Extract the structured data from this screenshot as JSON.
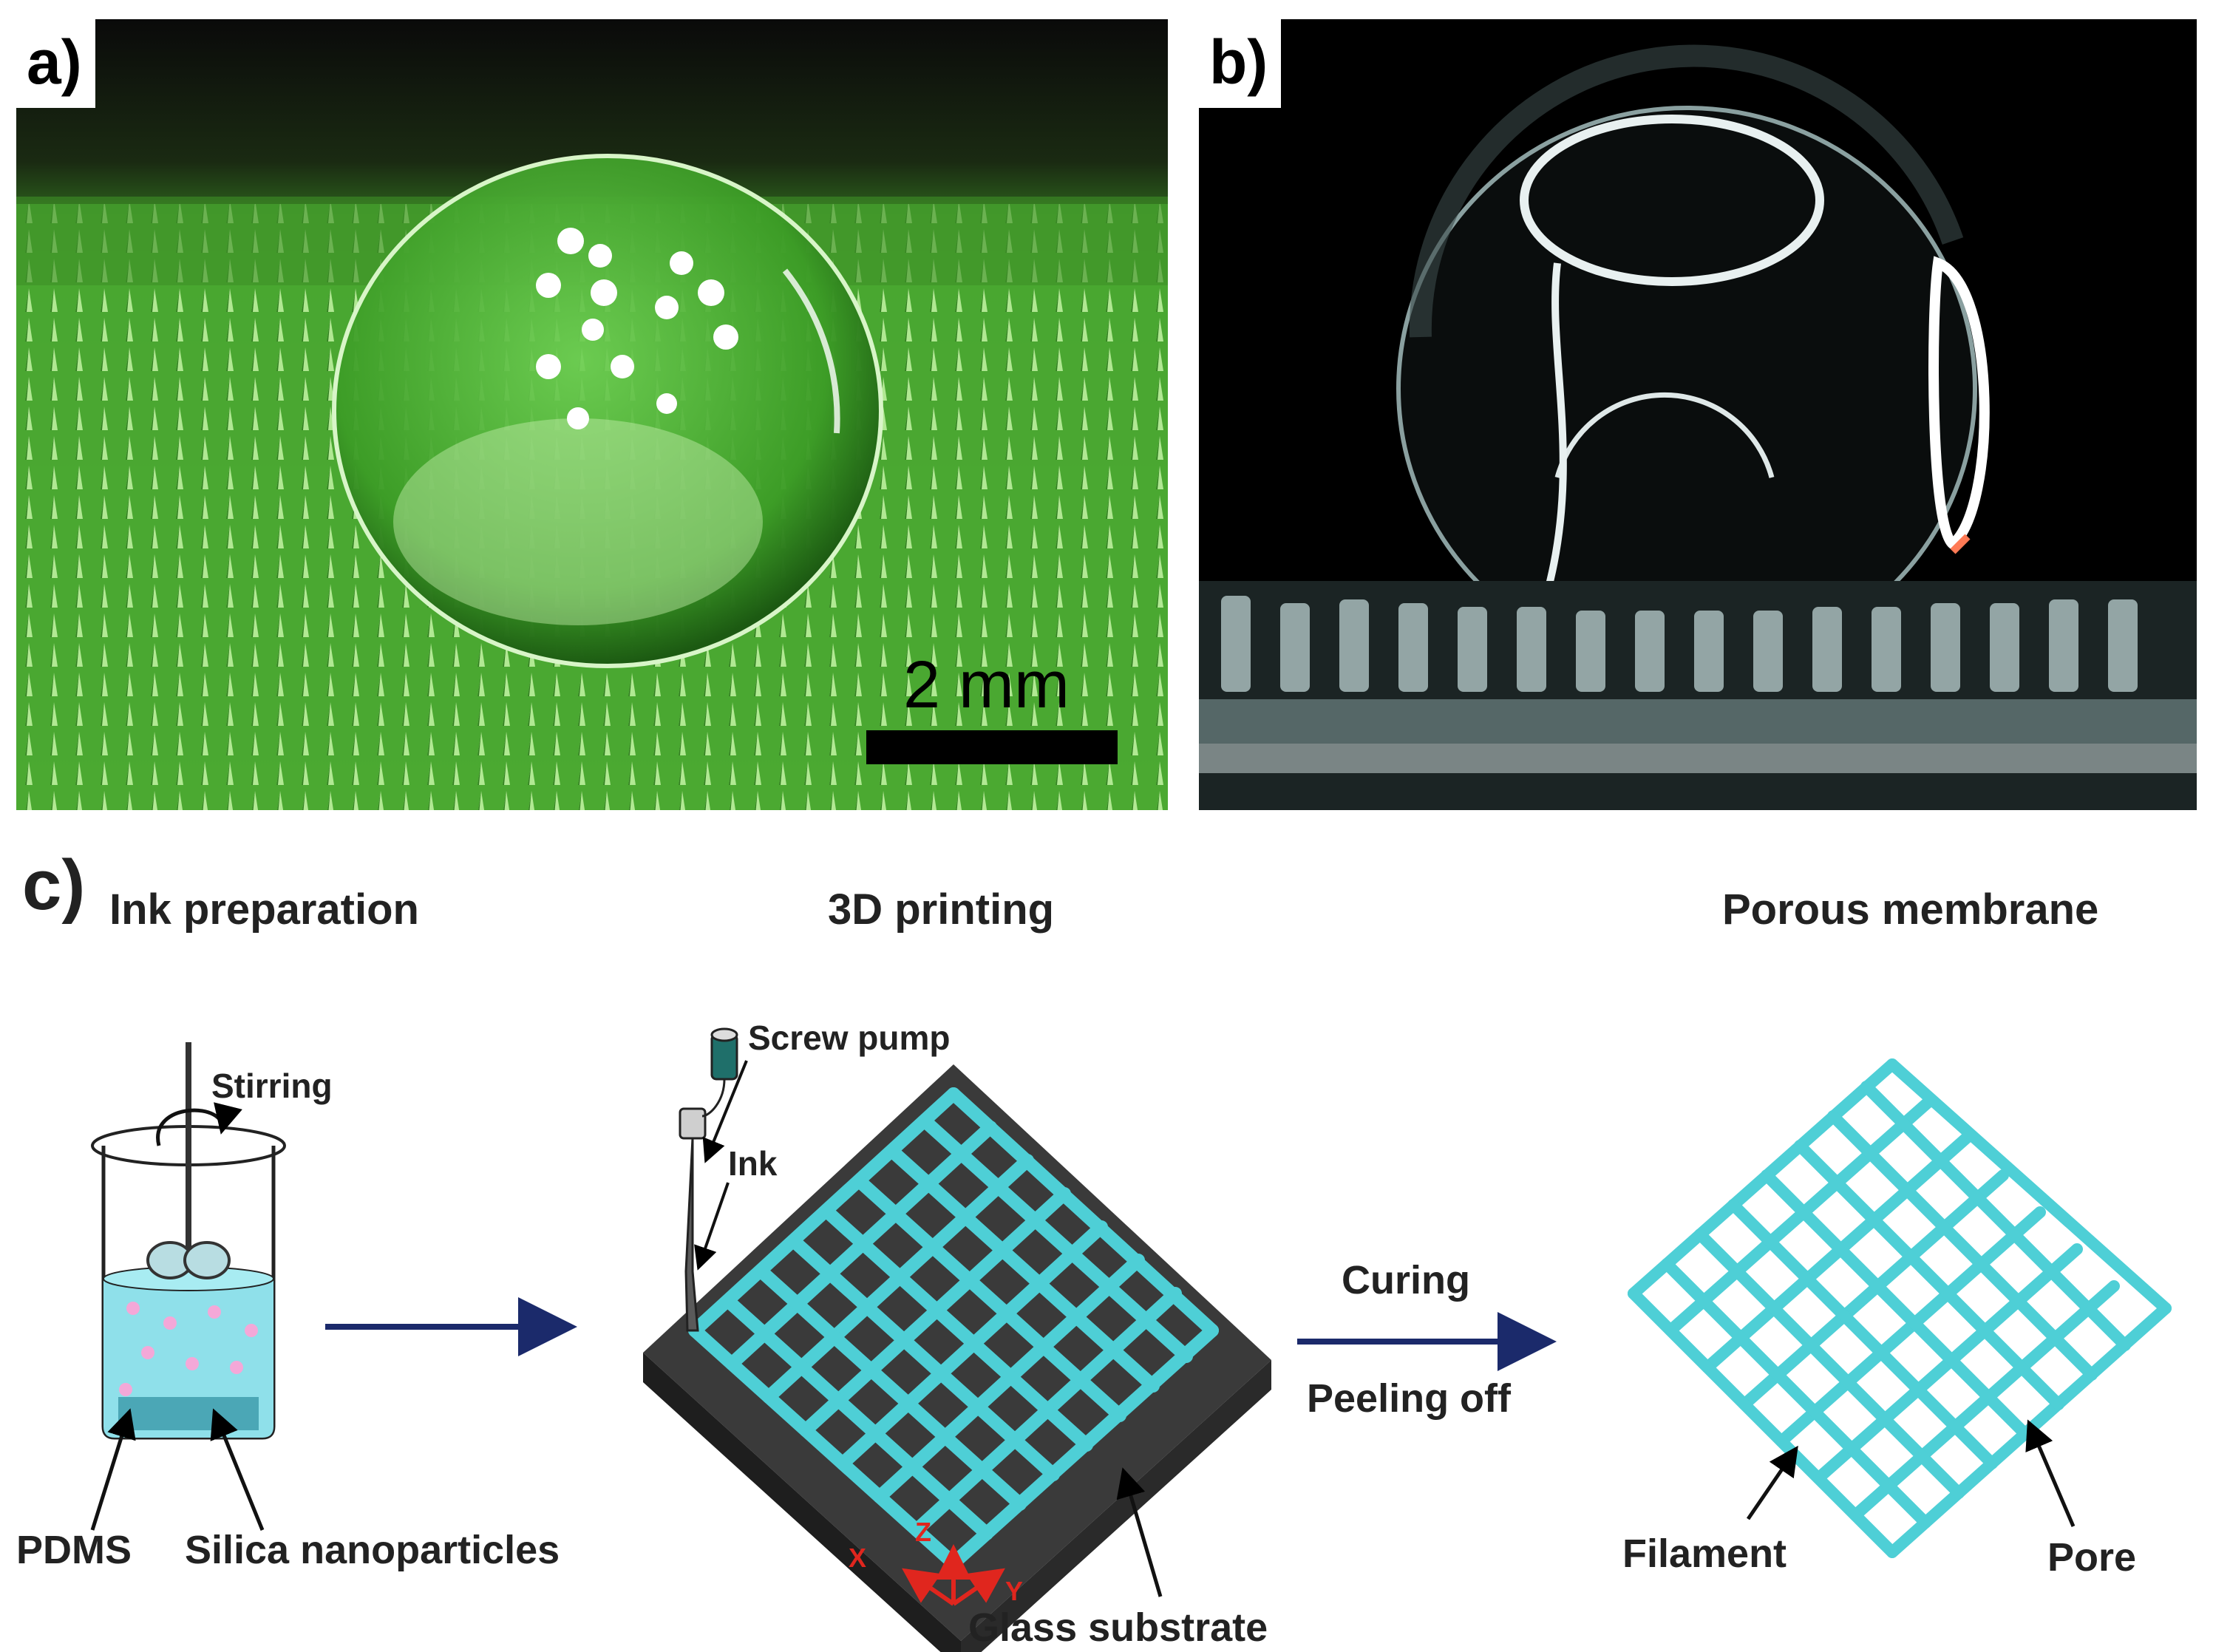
{
  "panel_a": {
    "label": "a)",
    "scale_bar": "2 mm"
  },
  "panel_b": {
    "label": "b)"
  },
  "panel_c": {
    "label": "c)",
    "headers": {
      "ink_preparation": "Ink preparation",
      "printing": "3D printing",
      "membrane": "Porous membrane"
    },
    "beaker": {
      "stirring": "Stirring",
      "pdms": "PDMS",
      "silica": "Silica nanoparticles"
    },
    "printer": {
      "screw_pump": "Screw pump",
      "ink": "Ink",
      "glass_substrate": "Glass substrate",
      "axis_x": "X",
      "axis_y": "Y",
      "axis_z": "Z"
    },
    "process": {
      "curing": "Curing",
      "peeling": "Peeling off"
    },
    "membrane": {
      "filament": "Filament",
      "pore": "Pore"
    },
    "colors": {
      "filament": "#4ecfd6",
      "arrow": "#1b2a6b",
      "axis": "#e0261e",
      "substrate": "#3a3a3a"
    }
  }
}
